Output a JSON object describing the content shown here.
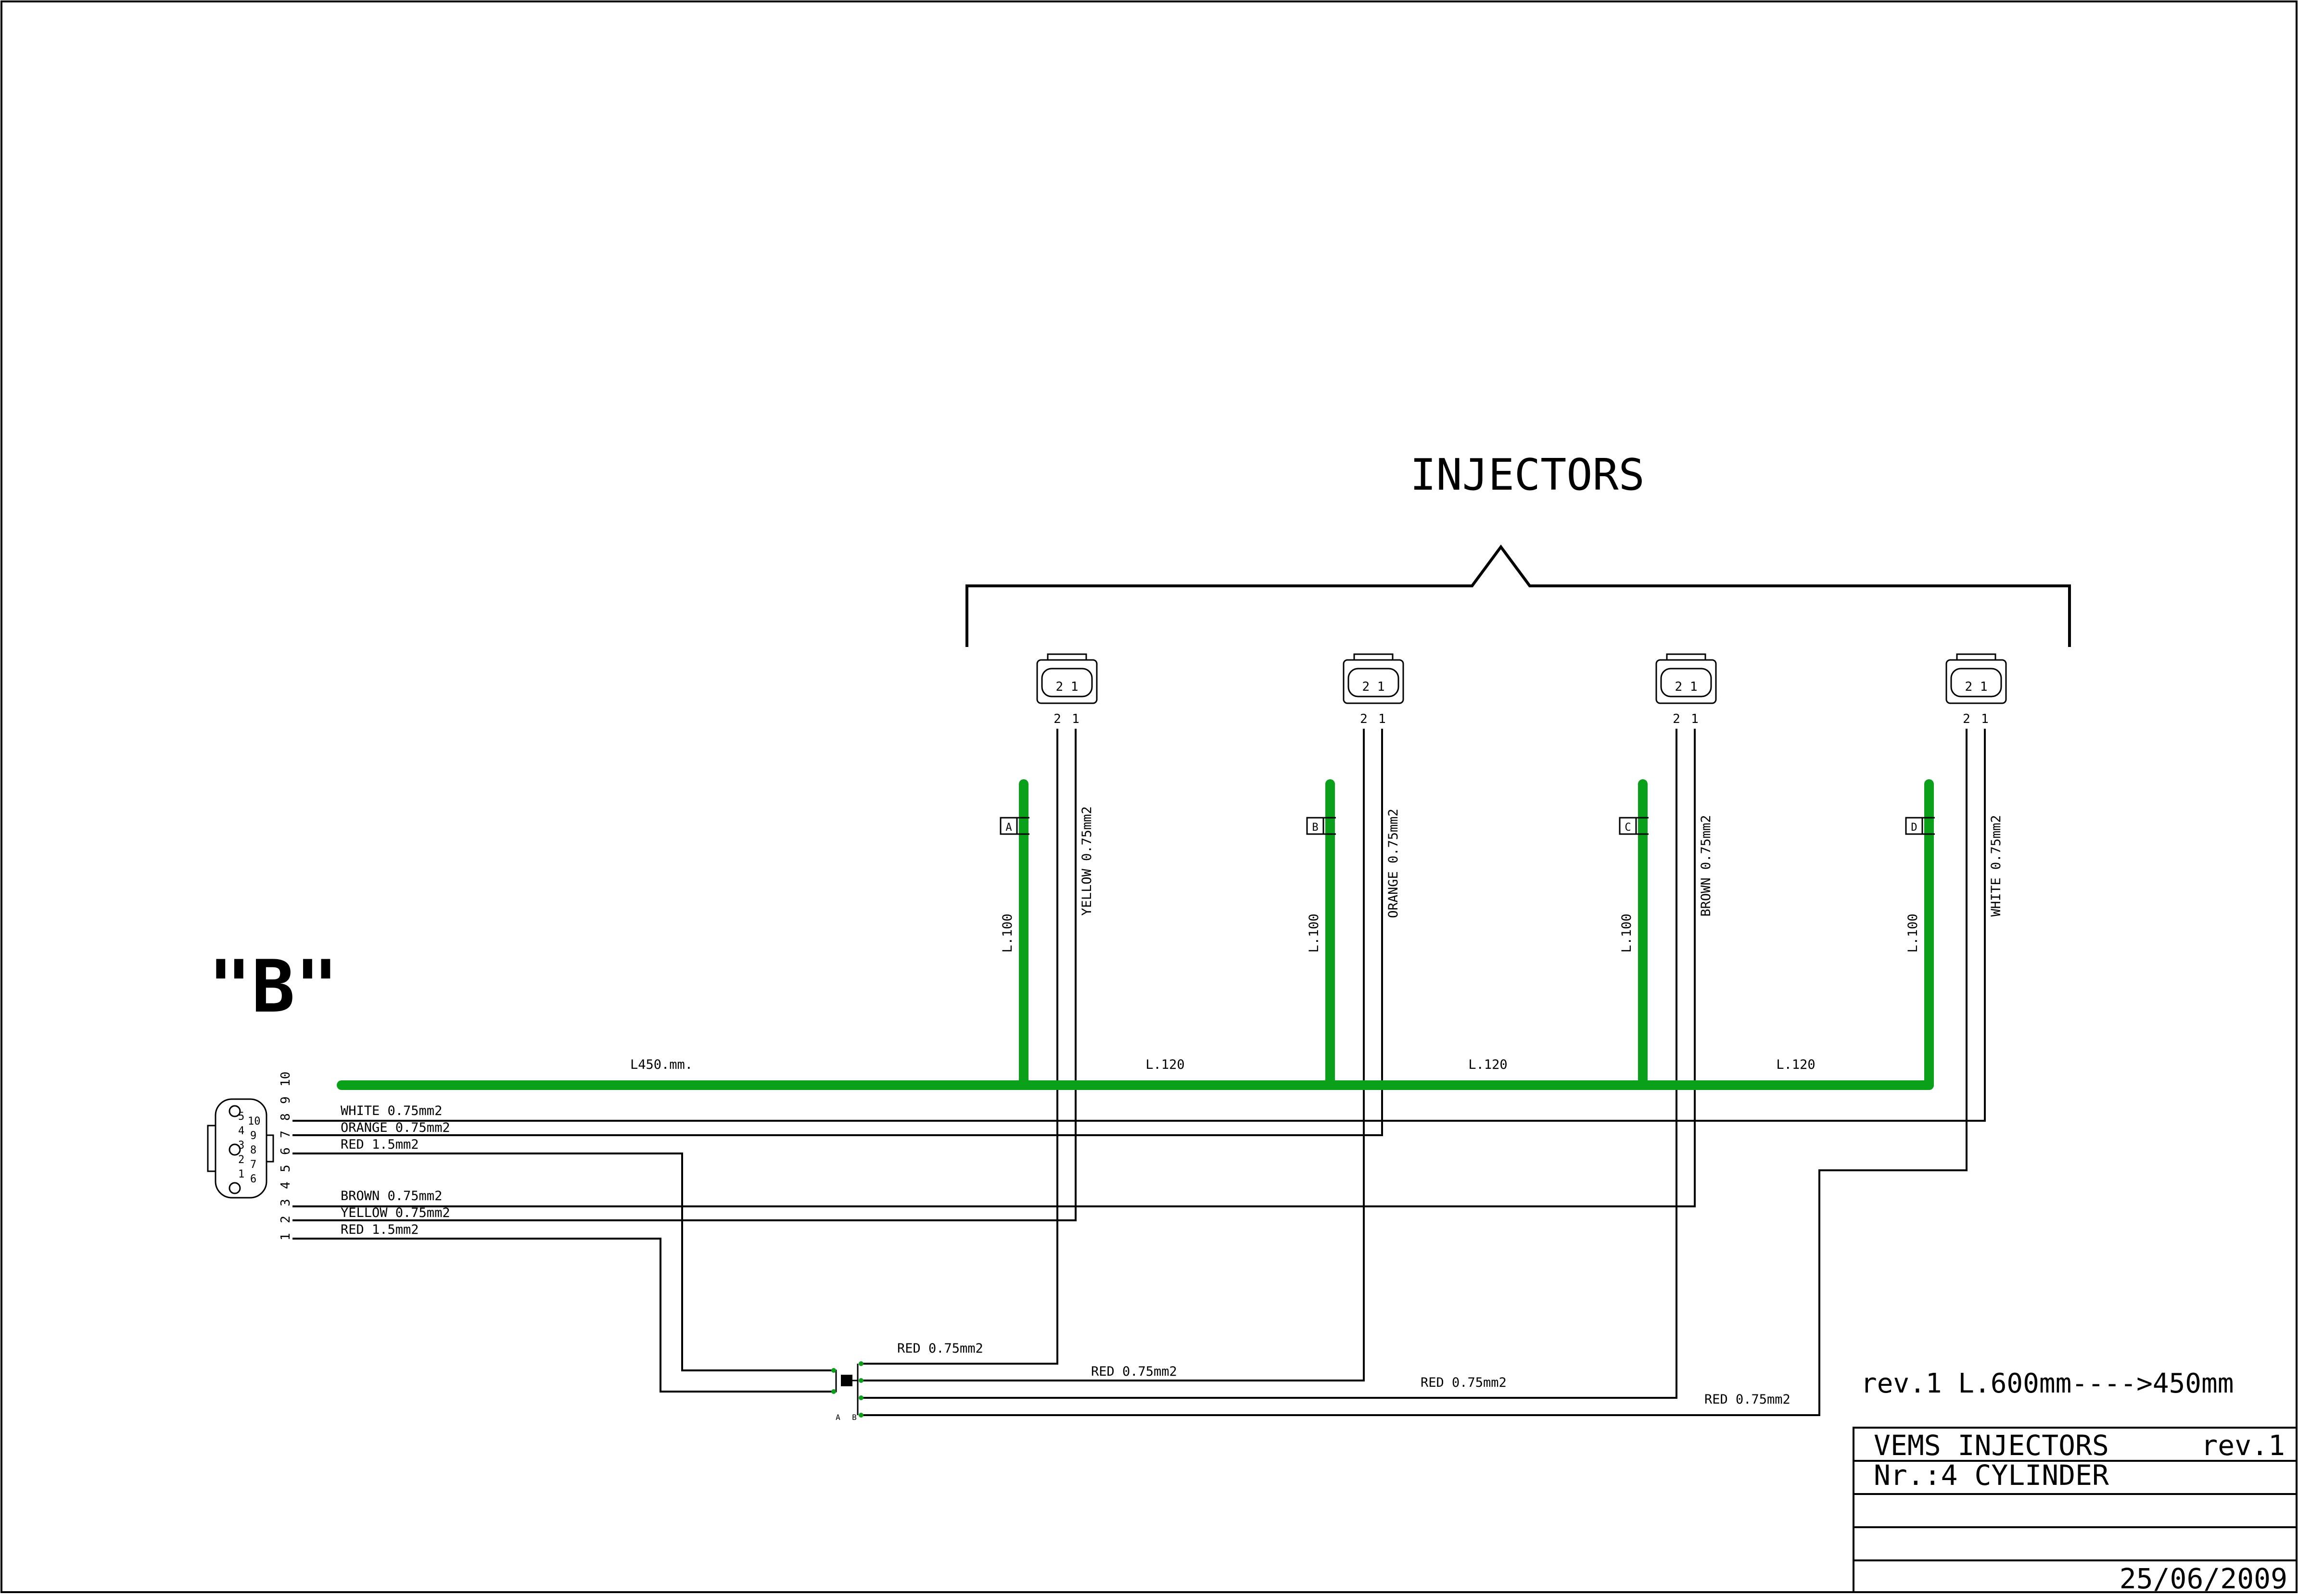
{
  "title": "INJECTORS",
  "connector_label": "\"B\"",
  "revision_note": "rev.1 L.600mm---->450mm",
  "title_block": {
    "name": "VEMS INJECTORS",
    "rev": "rev.1",
    "subtitle": "Nr.:4 CYLINDER",
    "date": "25/06/2009"
  },
  "harness_lengths": {
    "main": "L450.mm.",
    "segments": [
      "L.120",
      "L.120",
      "L.120"
    ],
    "branches": [
      "L.100",
      "L.100",
      "L.100",
      "L.100"
    ]
  },
  "injectors": [
    {
      "tag": "A",
      "signal_wire": "YELLOW 0.75mm2",
      "pin_left": "2",
      "pin_right": "1",
      "plug_pins": "2 1"
    },
    {
      "tag": "B",
      "signal_wire": "ORANGE 0.75mm2",
      "pin_left": "2",
      "pin_right": "1",
      "plug_pins": "2 1"
    },
    {
      "tag": "C",
      "signal_wire": "BROWN 0.75mm2",
      "pin_left": "2",
      "pin_right": "1",
      "plug_pins": "2 1"
    },
    {
      "tag": "D",
      "signal_wire": "WHITE 0.75mm2",
      "pin_left": "2",
      "pin_right": "1",
      "plug_pins": "2 1"
    }
  ],
  "connector_wires": [
    {
      "pin": "8",
      "label": "WHITE 0.75mm2"
    },
    {
      "pin": "7",
      "label": "ORANGE 0.75mm2"
    },
    {
      "pin": "6",
      "label": "RED 1.5mm2"
    },
    {
      "pin": "3",
      "label": "BROWN 0.75mm2"
    },
    {
      "pin": "2",
      "label": "YELLOW 0.75mm2"
    },
    {
      "pin": "1",
      "label": "RED 1.5mm2"
    }
  ],
  "connector_pin_numbers": [
    "10",
    "9",
    "8",
    "7",
    "6",
    "5",
    "4",
    "3",
    "2",
    "1"
  ],
  "connector_face_pins": [
    "1",
    "2",
    "3",
    "4",
    "5",
    "6",
    "7",
    "8",
    "9",
    "10"
  ],
  "splice": {
    "side_a": "A",
    "side_b": "B",
    "outputs": [
      "RED 0.75mm2",
      "RED 0.75mm2",
      "RED 0.75mm2",
      "RED 0.75mm2"
    ]
  },
  "colors": {
    "loom": "#0aa01a",
    "wire": "#000000",
    "background": "#ffffff"
  }
}
